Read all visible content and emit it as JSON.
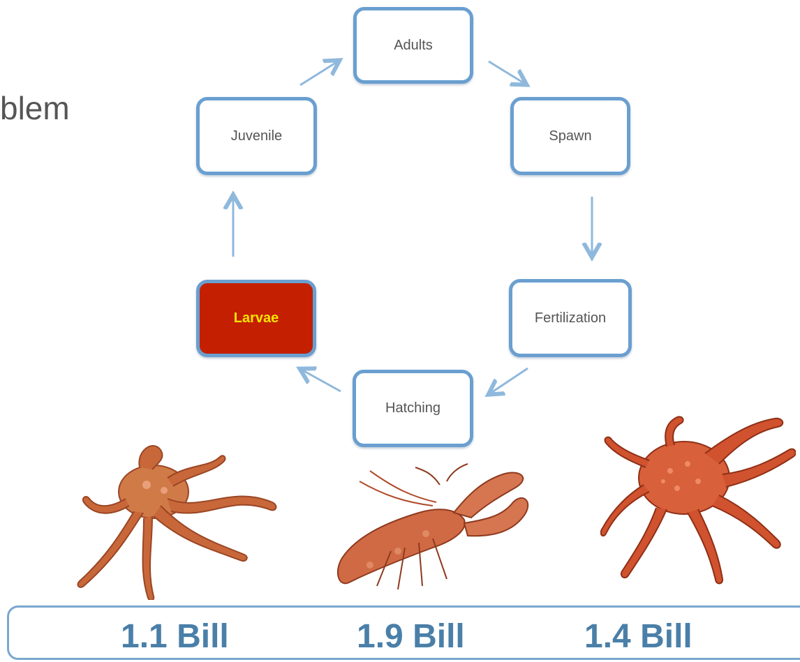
{
  "slide": {
    "title_fragment": "blem"
  },
  "cycle": {
    "nodes": {
      "adults": "Adults",
      "spawn": "Spawn",
      "fertilization": "Fertilization",
      "hatching": "Hatching",
      "larvae": "Larvae",
      "juvenile": "Juvenile"
    },
    "highlighted_node": "Larvae",
    "colors": {
      "node_border": "#6a9fd0",
      "arrow": "#8fb8dc",
      "highlight_fill": "#c41f00",
      "highlight_text": "#f5e400",
      "stat_text": "#4a7fa8"
    }
  },
  "animals": [
    {
      "name": "octopus-image"
    },
    {
      "name": "lobster-image"
    },
    {
      "name": "king-crab-image"
    }
  ],
  "stats": {
    "values": [
      "1.1 Bill",
      "1.9 Bill",
      "1.4 Bill"
    ]
  }
}
